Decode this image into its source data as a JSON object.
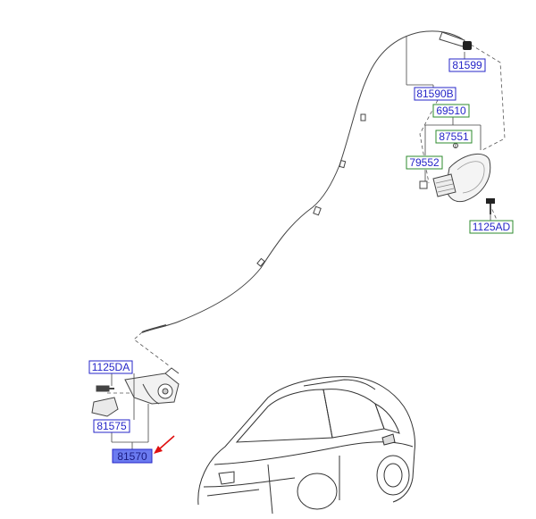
{
  "colors": {
    "background": "#ffffff",
    "line": "#444444",
    "dashed": "#555555",
    "label_blue": "#2525c8",
    "label_green": "#2e8b2e",
    "highlight_fill": "#6b7bf0",
    "arrow_red": "#e01010"
  },
  "labels": {
    "p81599": "81599",
    "p81590B": "81590B",
    "p69510": "69510",
    "p87551": "87551",
    "p79552": "79552",
    "p1125AD": "1125AD",
    "p1125DA": "1125DA",
    "p81575": "81575",
    "p81570": "81570"
  },
  "highlighted_part": "81570",
  "icons": [
    "fuel-door-icon",
    "release-actuator-icon",
    "cable-icon",
    "car-outline-icon",
    "pointer-arrow-icon",
    "screw-icon",
    "spring-clip-icon"
  ]
}
